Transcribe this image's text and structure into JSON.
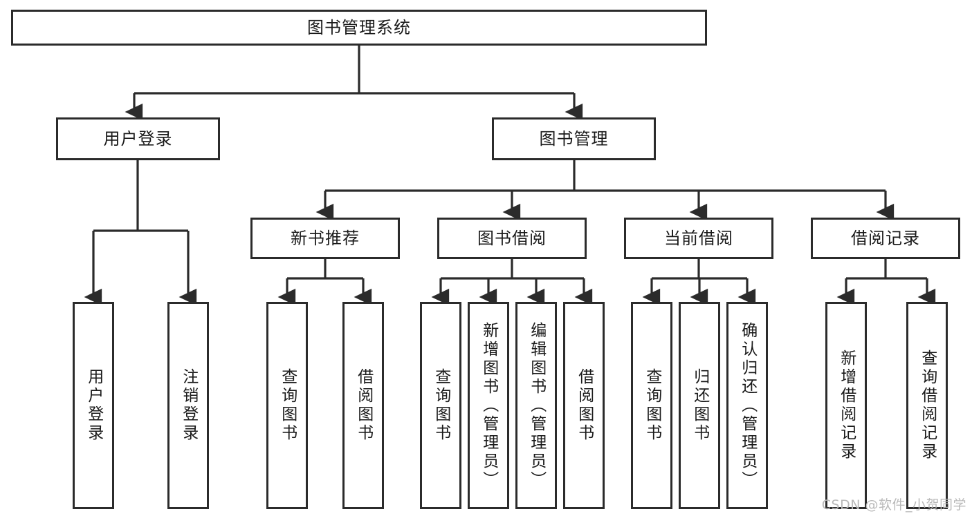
{
  "diagram": {
    "type": "tree-hierarchy-chart",
    "title": "图书管理系统",
    "orientation": "top-down",
    "colors": {
      "box_border": "#2b2b2b",
      "box_fill": "#ffffff",
      "connector": "#2b2b2b",
      "text": "#1a1a1a",
      "watermark": "#b9b9b9",
      "background": "#ffffff"
    },
    "watermark": "CSDN @软件_小贺同学",
    "levels": {
      "root": {
        "label": "图书管理系统"
      },
      "level2": [
        {
          "label": "用户登录"
        },
        {
          "label": "图书管理"
        }
      ],
      "level3": [
        {
          "label": "新书推荐"
        },
        {
          "label": "图书借阅"
        },
        {
          "label": "当前借阅"
        },
        {
          "label": "借阅记录"
        }
      ],
      "leaves": {
        "user_login": [
          {
            "label": "用户登录"
          },
          {
            "label": "注销登录"
          }
        ],
        "new_book_recommend": [
          {
            "label": "查询图书"
          },
          {
            "label": "借阅图书"
          }
        ],
        "book_borrow": [
          {
            "label": "查询图书"
          },
          {
            "label": "新增图书（管理员）"
          },
          {
            "label": "编辑图书（管理员）"
          },
          {
            "label": "借阅图书"
          }
        ],
        "current_borrow": [
          {
            "label": "查询图书"
          },
          {
            "label": "归还图书"
          },
          {
            "label": "确认归还（管理员）"
          }
        ],
        "borrow_record": [
          {
            "label": "新增借阅记录"
          },
          {
            "label": "查询借阅记录"
          }
        ]
      }
    }
  }
}
